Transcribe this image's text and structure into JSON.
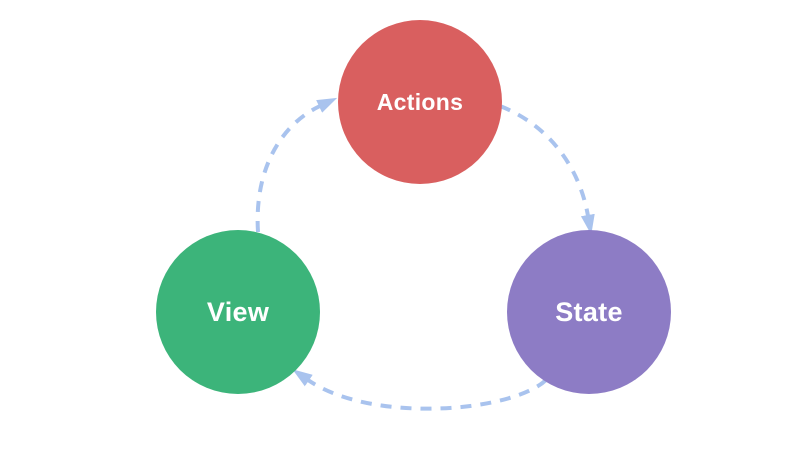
{
  "diagram": {
    "background": "#ffffff",
    "arrow": {
      "color": "#a9c3ee",
      "style": "dashed"
    },
    "nodes": [
      {
        "id": "actions",
        "label": "Actions",
        "color": "#d95f5f",
        "text_color": "#ffffff"
      },
      {
        "id": "state",
        "label": "State",
        "color": "#8d7cc5",
        "text_color": "#ffffff"
      },
      {
        "id": "view",
        "label": "View",
        "color": "#3cb47a",
        "text_color": "#ffffff"
      }
    ],
    "edges": [
      {
        "from": "Actions",
        "to": "State"
      },
      {
        "from": "State",
        "to": "View"
      },
      {
        "from": "View",
        "to": "Actions"
      }
    ]
  }
}
